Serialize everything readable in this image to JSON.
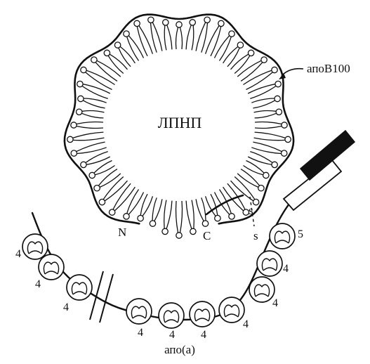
{
  "diagram": {
    "particle_label": "ЛПНП",
    "apob_label": "апоВ100",
    "n_terminus": "N",
    "c_terminus": "C",
    "disulfide_top": "s",
    "disulfide_bottom": "s",
    "apoa_label": "апо(а)",
    "kringles": [
      "4",
      "4",
      "4",
      "4",
      "4",
      "4",
      "4",
      "4",
      "4",
      "5"
    ]
  },
  "colors": {
    "ink": "#111111",
    "protease_domain": "#111111",
    "background": "#ffffff"
  }
}
